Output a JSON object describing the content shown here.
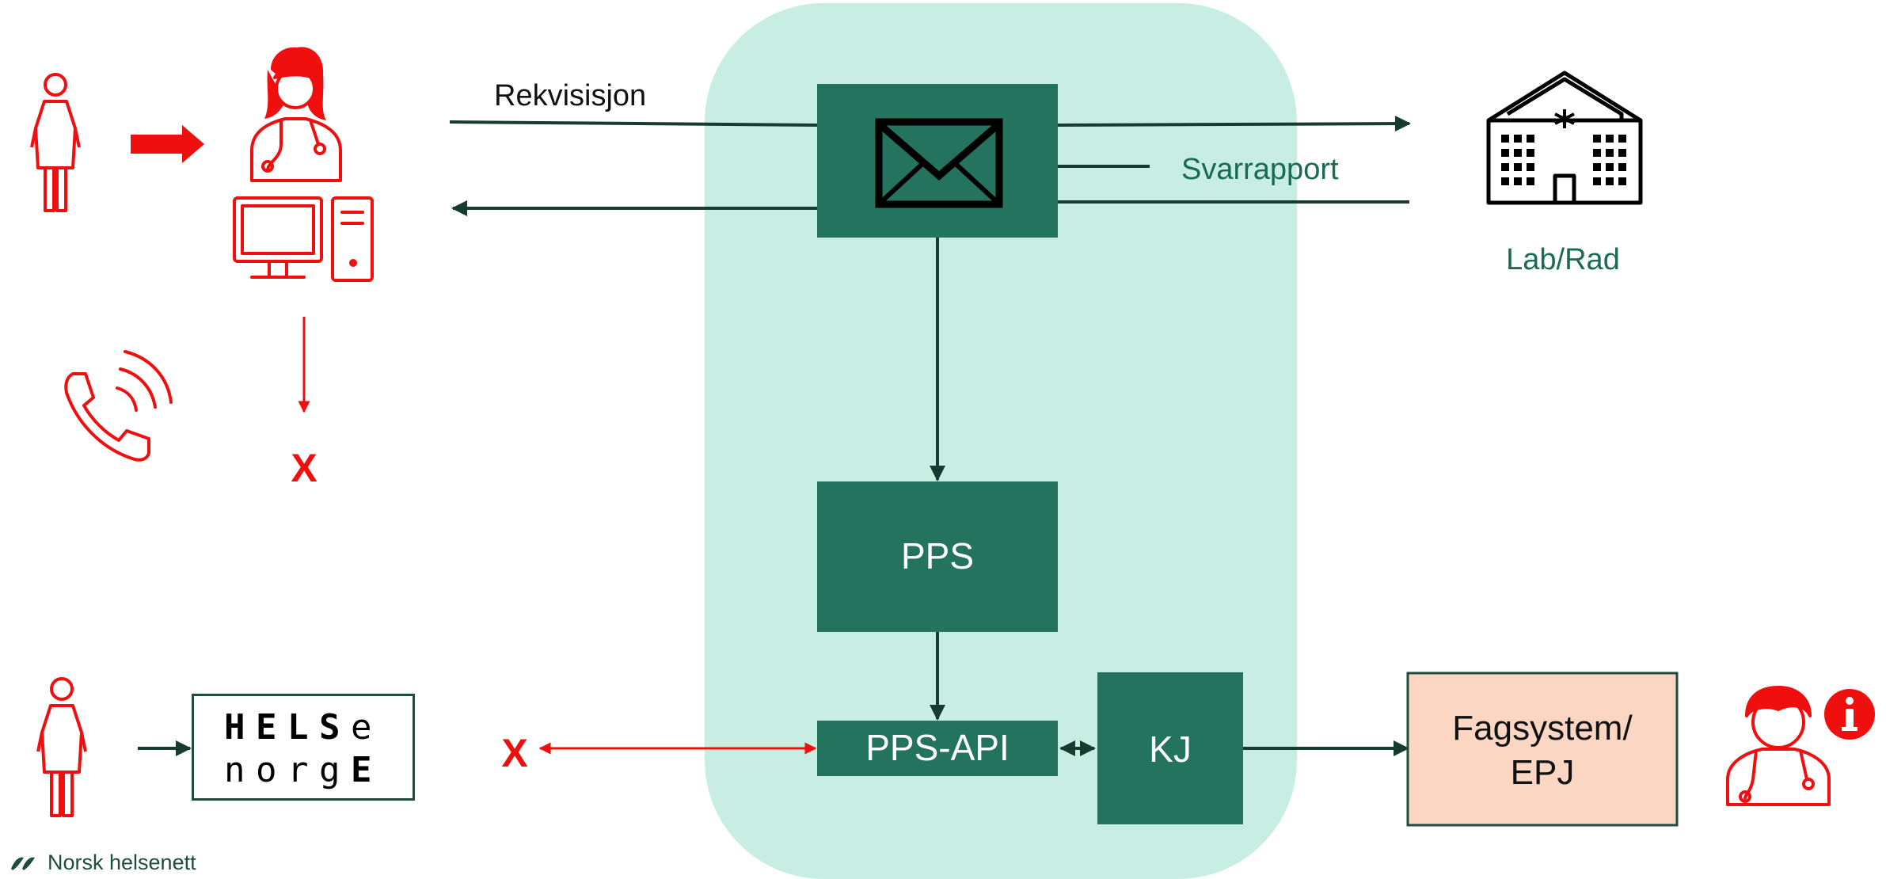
{
  "labels": {
    "rekvisisjon": "Rekvisisjon",
    "svarrapport": "Svarrapport",
    "lab_rad": "Lab/Rad",
    "pps": "PPS",
    "pps_api": "PPS-API",
    "kj": "KJ",
    "fagsystem_line1": "Fagsystem/",
    "fagsystem_line2": "EPJ",
    "x_top": "X",
    "x_bottom": "X"
  },
  "helsenorge": {
    "row1": [
      "H",
      "E",
      "L",
      "S",
      "e"
    ],
    "row2": [
      "n",
      "o",
      "r",
      "g",
      "E"
    ]
  },
  "logo": {
    "text": "Norsk helsenett"
  },
  "colors": {
    "red": "#ef0f0f",
    "dark_green": "#24735f",
    "light_teal": "#c8eee4",
    "line": "#163b2f",
    "peach": "#fbd7c3",
    "text_green": "#1b6a52"
  },
  "icons": [
    "person-icon",
    "right-arrow-icon",
    "doctor-at-computer-icon",
    "phone-icon",
    "envelope-icon",
    "hospital-icon",
    "doctor-info-icon",
    "info-icon"
  ]
}
